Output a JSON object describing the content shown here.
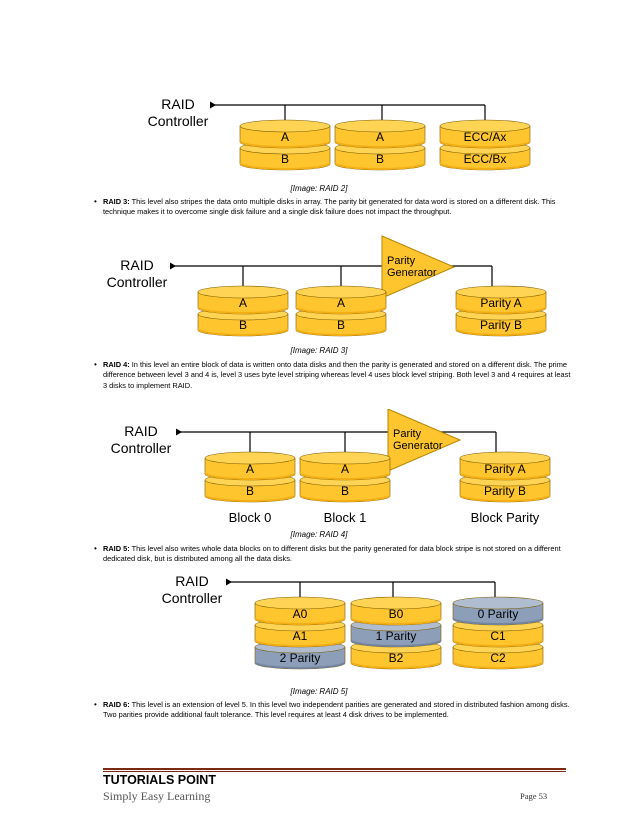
{
  "diagrams": {
    "raid2": {
      "controller": "RAID\nController",
      "disks": [
        {
          "top": "A",
          "bottom": "B"
        },
        {
          "top": "A",
          "bottom": "B"
        },
        {
          "top": "ECC/Ax",
          "bottom": "ECC/Bx"
        }
      ],
      "caption": "[Image: RAID 2]"
    },
    "raid3": {
      "controller": "RAID\nController",
      "generator": "Parity\nGenerator",
      "disks": [
        {
          "top": "A",
          "bottom": "B"
        },
        {
          "top": "A",
          "bottom": "B"
        },
        {
          "top": "Parity A",
          "bottom": "Parity B"
        }
      ],
      "caption": "[Image: RAID 3]"
    },
    "raid4": {
      "controller": "RAID\nController",
      "generator": "Parity\nGenerator",
      "disks": [
        {
          "top": "A",
          "bottom": "B",
          "label": "Block 0"
        },
        {
          "top": "A",
          "bottom": "B",
          "label": "Block 1"
        },
        {
          "top": "Parity A",
          "bottom": "Parity B",
          "label": "Block Parity"
        }
      ],
      "caption": "[Image: RAID 4]"
    },
    "raid5": {
      "controller": "RAID\nController",
      "disks": [
        {
          "rows": [
            "A0",
            "A1",
            "2 Parity"
          ],
          "parity_row": 2
        },
        {
          "rows": [
            "B0",
            "1 Parity",
            "B2"
          ],
          "parity_row": 1
        },
        {
          "rows": [
            "0 Parity",
            "C1",
            "C2"
          ],
          "parity_row": 0
        }
      ],
      "caption": "[Image: RAID 5]"
    }
  },
  "bullets": {
    "raid3": {
      "label": "RAID 3:",
      "text": " This level also stripes the data onto multiple disks in array. The parity bit generated for data word is stored on a different disk. This technique makes it to overcome single disk failure and a single disk failure does not impact the throughput."
    },
    "raid4": {
      "label": "RAID 4:",
      "text": " In this level an entire block of data is written onto data disks and then the parity is generated and stored on a different disk. The prime difference between level 3 and 4 is, level 3 uses byte level striping whereas level 4 uses block level striping. Both level 3 and 4 requires at least 3 disks to implement RAID."
    },
    "raid5": {
      "label": "RAID 5:",
      "text": " This level also writes whole data blocks on to different disks but the parity generated for data block stripe is not stored on a different dedicated disk, but is distributed among all the data disks."
    },
    "raid6": {
      "label": "RAID 6:",
      "text": " This level is an extension of level 5. In this level two independent parities are generated and stored in distributed fashion among disks. Two parities provide additional fault tolerance. This level requires at least 4 disk drives to be implemented."
    }
  },
  "footer": {
    "title": "TUTORIALS POINT",
    "subtitle": "Simply Easy Learning",
    "page": "Page 53"
  },
  "colors": {
    "disk_fill": "#FFC52E",
    "disk_side": "#F2AE14",
    "disk_top": "#FFD454",
    "parity_fill": "#8C9EB8",
    "parity_top": "#B0BDD0",
    "generator_fill": "#FFC52E"
  }
}
